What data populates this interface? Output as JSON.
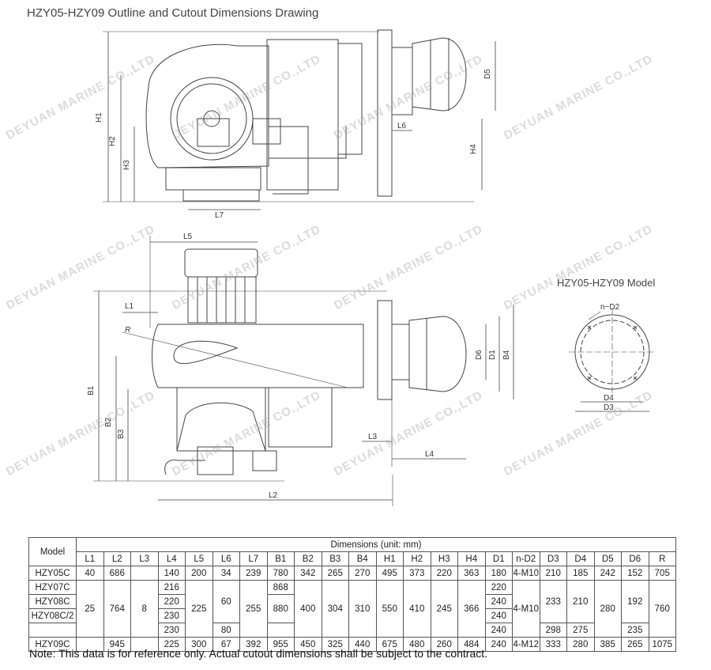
{
  "title": "HZY05-HZY09 Outline and Cutout Dimensions Drawing",
  "model_label": "HZY05-HZY09 Model",
  "note": "Note: This data is for reference only. Actual cutout dimensions shall be subject to the contract.",
  "watermark": "DEYUAN MARINE CO.,LTD",
  "labels": {
    "H1": "H1",
    "H2": "H2",
    "H3": "H3",
    "H4": "H4",
    "L7": "L7",
    "L6": "L6",
    "D5": "D5",
    "L5": "L5",
    "L1": "L1",
    "R": "R",
    "B1": "B1",
    "B2": "B2",
    "B3": "B3",
    "B4": "B4",
    "D6": "D6",
    "D1": "D1",
    "L3": "L3",
    "L4": "L4",
    "L2": "L2",
    "nD2": "n−D2",
    "D4": "D4",
    "D3": "D3"
  },
  "table": {
    "model_header": "Model",
    "dims_header": "Dimensions (unit: mm)",
    "columns": [
      "L1",
      "L2",
      "L3",
      "L4",
      "L5",
      "L6",
      "L7",
      "B1",
      "B2",
      "B3",
      "B4",
      "H1",
      "H2",
      "H3",
      "H4",
      "D1",
      "n-D2",
      "D3",
      "D4",
      "D5",
      "D6",
      "R"
    ],
    "rows": {
      "r1": {
        "model": "HZY05C",
        "L1": "40",
        "L2": "686",
        "L3": "",
        "L4": "140",
        "L5": "200",
        "L6": "34",
        "L7": "239",
        "B1": "780",
        "B2": "342",
        "B3": "265",
        "B4": "270",
        "H1": "495",
        "H2": "373",
        "H3": "220",
        "H4": "363",
        "D1": "180",
        "nD2": "4-M10",
        "D3": "210",
        "D4": "185",
        "D5": "242",
        "D6": "152",
        "R": "705"
      },
      "r2": {
        "model": "HZY07C",
        "L4": "216",
        "B1": "868",
        "D1": "220"
      },
      "r3": {
        "model": "HZY08C",
        "L4": "220",
        "D1": "240"
      },
      "r4": {
        "model": "HZY08C/2",
        "L4": "230",
        "L6": "80",
        "D1": "240",
        "D3": "298",
        "D4": "275",
        "D6": "235"
      },
      "group": {
        "L1": "25",
        "L2": "764",
        "L3": "8",
        "L5": "225",
        "L6": "60",
        "L7": "255",
        "B1": "880",
        "B2": "400",
        "B3": "304",
        "B4": "310",
        "H1": "550",
        "H2": "410",
        "H3": "245",
        "H4": "366",
        "nD2": "4-M10",
        "D3": "233",
        "D4": "210",
        "D5": "280",
        "D6": "192",
        "R": "760"
      },
      "r5": {
        "model": "HZY09C",
        "L1": "",
        "L2": "945",
        "L3": "",
        "L4": "225",
        "L5": "300",
        "L6": "67",
        "L7": "392",
        "B1": "955",
        "B2": "450",
        "B3": "325",
        "B4": "440",
        "H1": "675",
        "H2": "480",
        "H3": "260",
        "H4": "484",
        "D1": "240",
        "nD2": "4-M12",
        "D3": "333",
        "D4": "280",
        "D5": "385",
        "D6": "265",
        "R": "1075"
      }
    }
  }
}
